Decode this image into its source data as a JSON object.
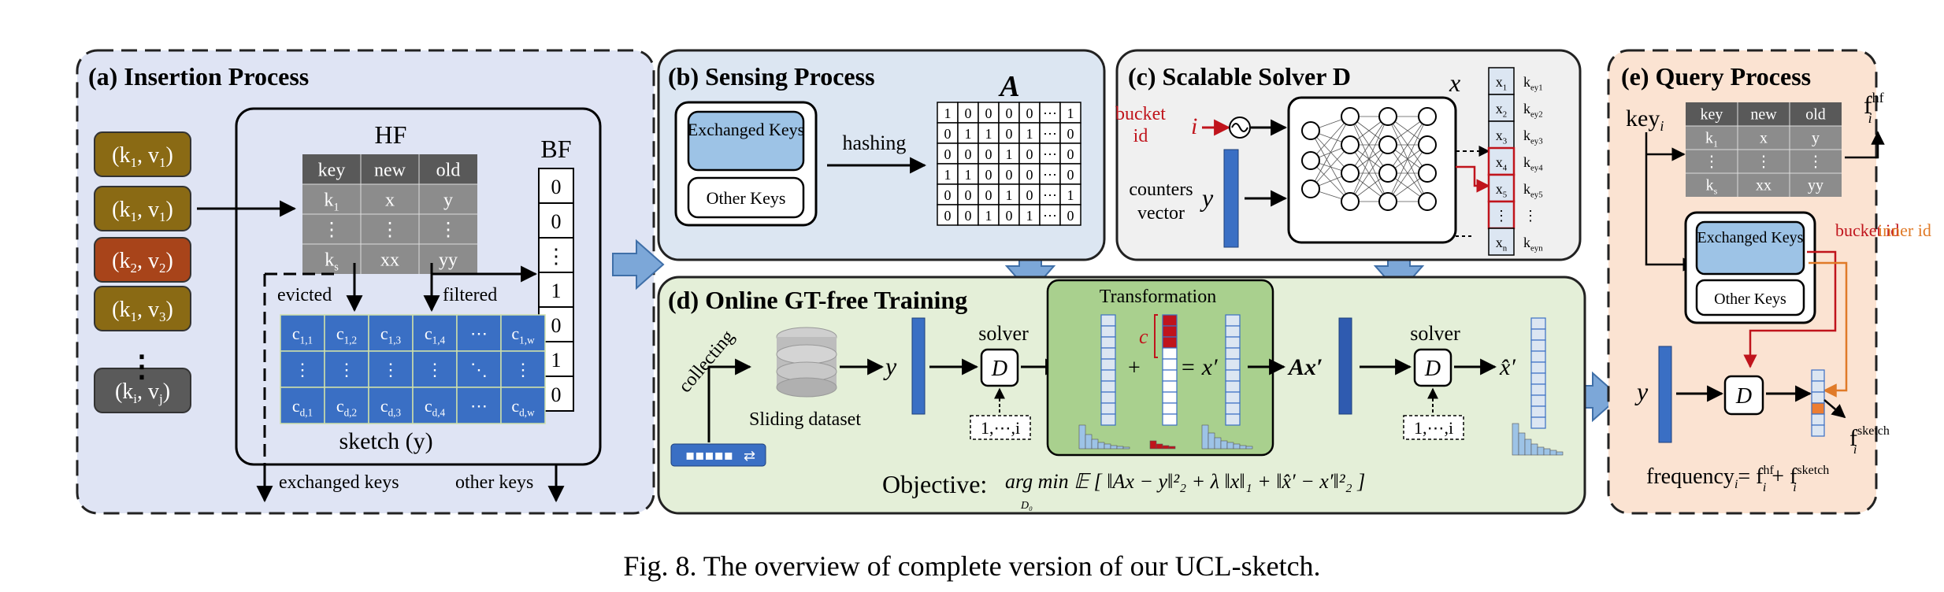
{
  "insertion": {
    "title": "(a) Insertion Process",
    "stream": [
      {
        "k": "k",
        "ks": "1",
        "v": "v",
        "vs": "1",
        "color": "#8a6a14"
      },
      {
        "k": "k",
        "ks": "1",
        "v": "v",
        "vs": "1",
        "color": "#8a6a14"
      },
      {
        "k": "k",
        "ks": "2",
        "v": "v",
        "vs": "2",
        "color": "#a8441a"
      },
      {
        "k": "k",
        "ks": "1",
        "v": "v",
        "vs": "3",
        "color": "#8a6a14"
      },
      {
        "k": "k",
        "ks": "i",
        "v": "v",
        "vs": "j",
        "color": "#5a5a5a"
      }
    ],
    "stream_dots": "⋮",
    "hf_label": "HF",
    "hf_headers": [
      "key",
      "new",
      "old"
    ],
    "hf_rows": [
      [
        "k1",
        "x",
        "y"
      ],
      [
        "⋮",
        "⋮",
        "⋮"
      ],
      [
        "ks",
        "xx",
        "yy"
      ]
    ],
    "bf_label": "BF",
    "bf_cells": [
      "0",
      "0",
      "⋮",
      "1",
      "0",
      "1",
      "0"
    ],
    "evicted": "evicted",
    "filtered": "filtered",
    "sketch_cells": [
      [
        "c1,1",
        "c1,2",
        "c1,3",
        "c1,4",
        "⋯",
        "c1,w"
      ],
      [
        "⋮",
        "⋮",
        "⋮",
        "⋮",
        "⋱",
        "⋮"
      ],
      [
        "cd,1",
        "cd,2",
        "cd,3",
        "cd,4",
        "⋯",
        "cd,w"
      ]
    ],
    "sketch_label": "sketch (y)",
    "exchanged_keys": "exchanged keys",
    "other_keys": "other keys"
  },
  "sensing": {
    "title": "(b) Sensing Process",
    "exchanged": "Exchanged Keys",
    "other": "Other Keys",
    "hashing": "hashing",
    "matrix_label": "A",
    "matrix": [
      [
        "1",
        "0",
        "0",
        "0",
        "0",
        "⋯",
        "1"
      ],
      [
        "0",
        "1",
        "1",
        "0",
        "1",
        "⋯",
        "0"
      ],
      [
        "0",
        "0",
        "0",
        "1",
        "0",
        "⋯",
        "0"
      ],
      [
        "1",
        "1",
        "0",
        "0",
        "0",
        "⋯",
        "0"
      ],
      [
        "0",
        "0",
        "0",
        "1",
        "0",
        "⋯",
        "1"
      ],
      [
        "0",
        "0",
        "1",
        "0",
        "1",
        "⋯",
        "0"
      ]
    ]
  },
  "solver": {
    "title": "(c) Scalable Solver D",
    "bucket_id": "bucket id",
    "i": "i",
    "counters": "counters vector",
    "y": "y",
    "x": "x",
    "x_cells": [
      "x1",
      "x2",
      "x3",
      "x4",
      "x5",
      "⋮",
      "xn"
    ],
    "keys": [
      "key1",
      "key2",
      "key3",
      "key4",
      "key5",
      "⋮",
      "keyn"
    ]
  },
  "training": {
    "title": "(d) Online GT-free Training",
    "collecting": "collecting",
    "dataset": "Sliding dataset",
    "y": "y",
    "solver1": "solver",
    "solver2": "solver",
    "D": "D",
    "index_range": "1,⋯,i",
    "x": "x",
    "plus": "+",
    "c": "c",
    "eq_xp": "= x′",
    "Axp": "Ax′",
    "xhatp": "x̂′",
    "transformation": "Transformation",
    "objective_label": "Objective:",
    "objective": "arg min 𝔼 [ ‖Ax − y‖²₂ + λ ‖x‖₁ + ‖x̂′ − x′‖²₂ ]",
    "objective_sub": "D₀"
  },
  "query": {
    "title": "(e) Query Process",
    "key_i": "key",
    "key_sub": "i",
    "hf_headers": [
      "key",
      "new",
      "old"
    ],
    "hf_rows": [
      [
        "k1",
        "x",
        "y"
      ],
      [
        "⋮",
        "⋮",
        "⋮"
      ],
      [
        "ks",
        "xx",
        "yy"
      ]
    ],
    "f_hf": "f",
    "f_hf_sup": "hf",
    "f_hf_sub": "i",
    "exchanged": "Exchanged Keys",
    "other": "Other Keys",
    "bucket_id": "bucket id",
    "inner_id": "inner id",
    "y": "y",
    "D": "D",
    "f_sketch": "f",
    "f_sketch_sup": "sketch",
    "f_sketch_sub": "i",
    "frequency": "frequency",
    "freq_eq": "= f"
  },
  "caption": "Fig. 8.  The overview of complete version of our UCL-sketch."
}
